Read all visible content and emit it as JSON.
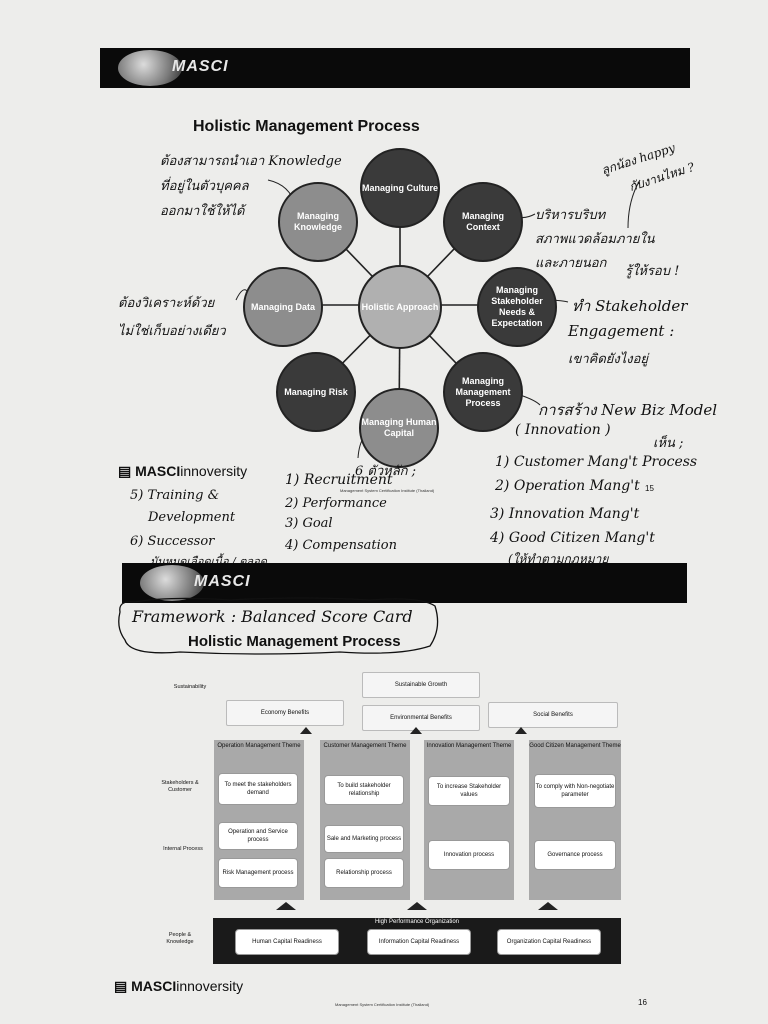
{
  "slide1": {
    "brand": "MASCI",
    "title": "Holistic Management Process",
    "circles": {
      "culture": "Managing Culture",
      "context": "Managing Context",
      "stakeholder": "Managing Stakeholder Needs & Expectation",
      "process": "Managing Management Process",
      "human": "Managing Human Capital",
      "risk": "Managing Risk",
      "data": "Managing Data",
      "knowledge": "Managing Knowledge",
      "center": "Holistic Approach"
    },
    "notes": {
      "knowledge_1": "ต้องสามารถนำเอา Knowledge",
      "knowledge_2": "ที่อยู่ในตัวบุคคล",
      "knowledge_3": "ออกมาใช้ให้ได้",
      "happy_1": "ลูกน้อง happy",
      "happy_2": "กับงานไหม ?",
      "context_1": "บริหารบริบท",
      "context_2": "สภาพแวดล้อมภายใน",
      "context_3": "และภายนอก",
      "context_4": "รู้ให้รอบ !",
      "stake_1": "ทำ Stakeholder",
      "stake_2": "Engagement :",
      "stake_3": "เขาคิดยังไงอยู่",
      "data_1": "ต้องวิเคราะห์ด้วย",
      "data_2": "ไม่ใช่เก็บอย่างเดียว",
      "biz_1": "การสร้าง New Biz Model",
      "biz_2": "( Innovation )",
      "biz_3": "เห็น ;",
      "list_r1": "1) Customer Mang't Process",
      "list_r2": "2) Operation Mang't",
      "list_r2b": "15",
      "list_r3": "3) Innovation Mang't",
      "list_r4": "4) Good Citizen Mang't",
      "list_r5": "(ให้ทำตามกฎหมาย",
      "hr_head": "6 ตัวหลัก ;",
      "hr_1": "1) Recruitment",
      "hr_2": "2) Performance",
      "hr_3": "3) Goal",
      "hr_4": "4) Compensation",
      "hr_5": "5) Training &",
      "hr_5b": "Development",
      "hr_6": "6) Successor",
      "hr_6b": "มันหมดเลือดเนื้อ / ตลอด"
    },
    "footer_brand": "MASCI",
    "footer_brand_suffix": "innoversity",
    "footer_small": "Management System Certification Institute (Thailand)"
  },
  "slide2": {
    "brand": "MASCI",
    "framework_label": "Framework : Balanced Score Card",
    "title": "Holistic Management Process",
    "row_labels": {
      "sustainability": "Sustainability",
      "stakeholders": "Stakeholders & Customer",
      "internal": "Internal Process",
      "people": "People & Knowledge"
    },
    "top": {
      "growth": "Sustainable Growth",
      "economy": "Economy Benefits",
      "environment": "Environmental Benefits",
      "social": "Social Benefits"
    },
    "themes": [
      {
        "title": "Operation Management Theme",
        "goal": "To meet the stakeholders demand",
        "p1": "Operation and Service process",
        "p2": "Risk Management process"
      },
      {
        "title": "Customer Management Theme",
        "goal": "To build stakeholder relationship",
        "p1": "Sale and Marketing process",
        "p2": "Relationship process"
      },
      {
        "title": "Innovation Management Theme",
        "goal": "To increase Stakeholder values",
        "p1": "Innovation process",
        "p2": ""
      },
      {
        "title": "Good Citizen Management Theme",
        "goal": "To comply with Non-negotiate parameter",
        "p1": "Governance process",
        "p2": ""
      }
    ],
    "hpo": {
      "title": "High Performance Organization",
      "human": "Human Capital Readiness",
      "info": "Information Capital Readiness",
      "org": "Organization Capital Readiness"
    },
    "footer_brand": "MASCI",
    "footer_brand_suffix": "innoversity",
    "footer_small": "Management System Certification Institute (Thailand)",
    "page_number": "16"
  }
}
